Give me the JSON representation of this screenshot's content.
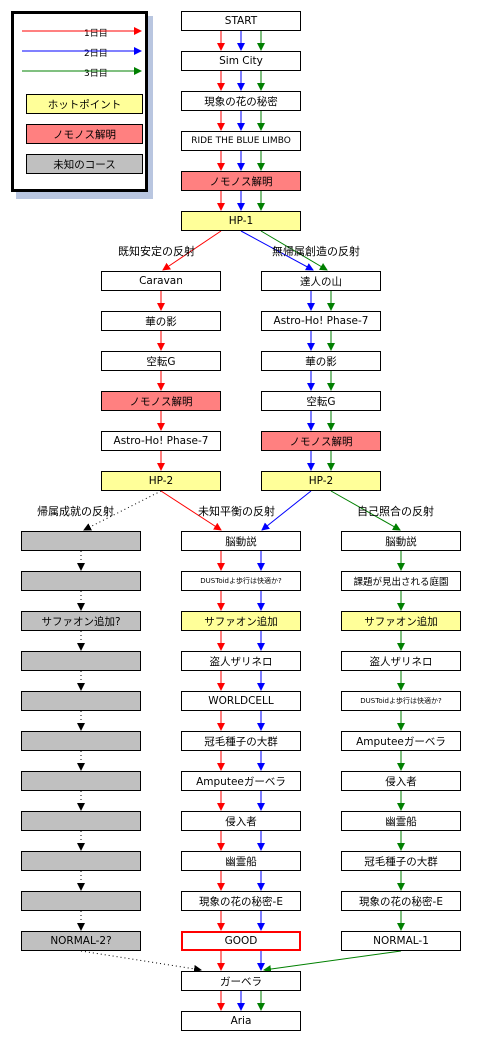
{
  "colors": {
    "day1": "#ff0000",
    "day2": "#0000ff",
    "day3": "#008000",
    "unknown": "#000000",
    "hotpoint": "#ffff99",
    "key_event": "#ff8080",
    "unknown_course": "#c0c0c0"
  },
  "legend": {
    "day1": "1日目",
    "day2": "2日目",
    "day3": "3日目",
    "hotpoint": "ホットポイント",
    "key_event": "ノモノス解明",
    "unknown_course": "未知のコース"
  },
  "nodes": {
    "start": "START",
    "sim_city": "Sim City",
    "genshou_himitsu": "現象の花の秘密",
    "ride_limbo": "RIDE THE BLUE LIMBO",
    "nomonos_1": "ノモノス解明",
    "hp1": "HP-1",
    "caravan": "Caravan",
    "hana_kage_l": "華の影",
    "kuuten_l": "空転G",
    "nomonos_l": "ノモノス解明",
    "astro_l": "Astro-Ho! Phase-7",
    "hp2_l": "HP-2",
    "tatsujin": "達人の山",
    "astro_r": "Astro-Ho! Phase-7",
    "hana_kage_r": "華の影",
    "kuuten_r": "空転G",
    "nomonos_r": "ノモノス解明",
    "hp2_r": "HP-2",
    "u1": "",
    "u2": "",
    "u3": "サファオン追加?",
    "u4": "",
    "u5": "",
    "u6": "",
    "u7": "",
    "u8": "",
    "u9": "",
    "u10": "NORMAL-2?",
    "m1": "脳動説",
    "m2": "DUSToidよ歩行は快適か?",
    "m3": "サファオン追加",
    "m4": "盗人ザリネロ",
    "m5": "WORLDCELL",
    "m6": "冠毛種子の大群",
    "m7": "Amputeeガーベラ",
    "m8": "侵入者",
    "m9": "幽霊船",
    "m10": "現象の花の秘密-E",
    "m11": "GOOD",
    "r1": "脳動説",
    "r2": "課題が見出される庭園",
    "r3": "サファオン追加",
    "r4": "盗人ザリネロ",
    "r5": "DUSToidよ歩行は快適か?",
    "r6": "Amputeeガーベラ",
    "r7": "侵入者",
    "r8": "幽霊船",
    "r9": "冠毛種子の大群",
    "r10": "現象の花の秘密-E",
    "r11": "NORMAL-1",
    "gerbera": "ガーベラ",
    "aria": "Aria"
  },
  "branch_labels": {
    "kichi": "既知安定の反射",
    "muki": "無帰属創造の反射",
    "kizoku": "帰属成就の反射",
    "michi": "未知平衡の反射",
    "jiko": "自己照合の反射"
  }
}
